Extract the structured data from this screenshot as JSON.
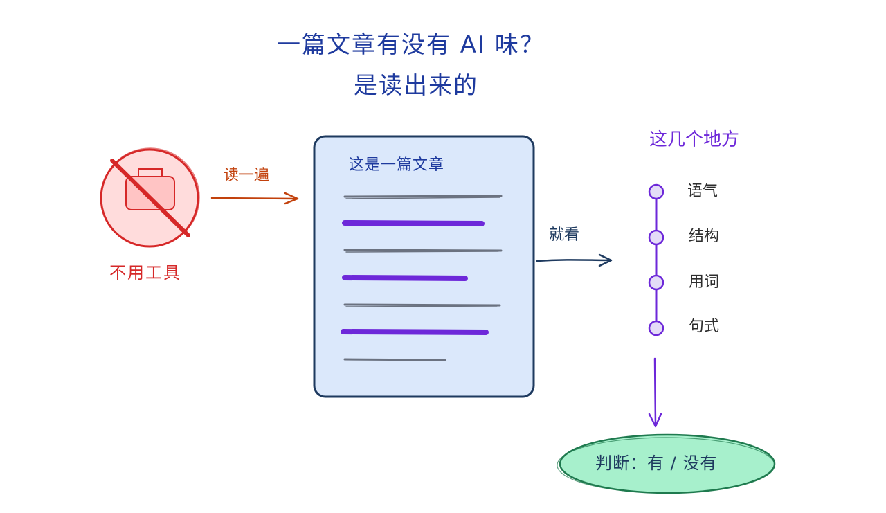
{
  "title": {
    "line1": "一篇文章有没有 AI 味？",
    "line2": "是读出来的"
  },
  "no_tools": {
    "label": "不用工具"
  },
  "read_arrow": {
    "label": "读一遍"
  },
  "article": {
    "title": "这是一篇文章"
  },
  "look_arrow": {
    "label": "就看"
  },
  "aspects": {
    "heading": "这几个地方",
    "items": [
      "语气",
      "结构",
      "用词",
      "句式"
    ]
  },
  "judgment": {
    "label": "判断：有 / 没有"
  },
  "colors": {
    "title": "#1e3a9e",
    "red": "#d62828",
    "red_fill": "#ffdcdc",
    "orange": "#c2410c",
    "navy": "#1e3a5f",
    "doc_fill": "#dbe8fb",
    "purple": "#6d28d9",
    "purple_fill": "#e4dcf7",
    "gray_line": "#6b7280",
    "green_fill": "#a7f0cc",
    "green_stroke": "#1f7a4f"
  }
}
